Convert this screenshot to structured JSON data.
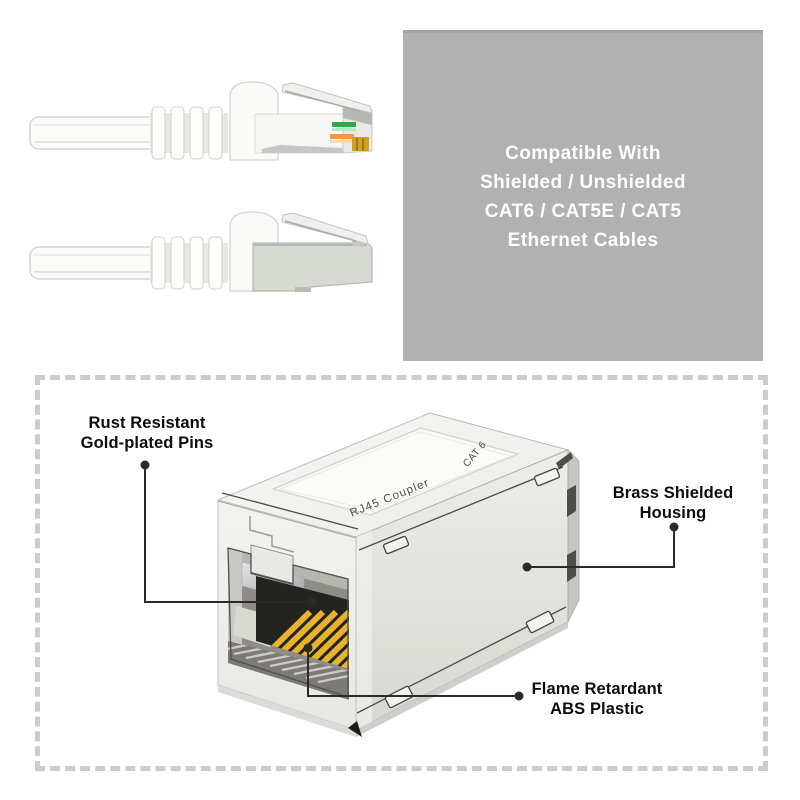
{
  "info_box": {
    "background": "#b1b1b1",
    "text_color": "#ffffff",
    "lines": [
      "Compatible With",
      "Shielded / Unshielded",
      "CAT6 / CAT5E / CAT5",
      "Ethernet Cables"
    ]
  },
  "diagram": {
    "frame_color": "#cccccc",
    "coupler": {
      "top_label": "RJ45 Coupler",
      "category_label": "CAT 6"
    },
    "callouts": {
      "pins": {
        "line1": "Rust Resistant",
        "line2": "Gold-plated Pins"
      },
      "housing": {
        "line1": "Brass Shielded",
        "line2": "Housing"
      },
      "plastic": {
        "line1": "Flame Retardant",
        "line2": "ABS Plastic"
      }
    },
    "colors": {
      "pin_gold": "#e8b12f",
      "callout_line": "#2a2a28"
    }
  }
}
